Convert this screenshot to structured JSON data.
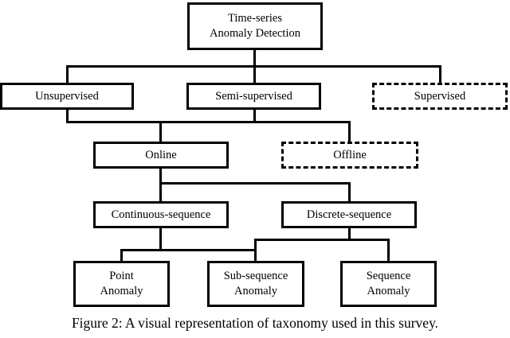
{
  "figure": {
    "caption": "Figure 2: A visual representation of taxonomy used in this survey.",
    "colors": {
      "line": "#000000",
      "background": "#ffffff"
    },
    "nodes": {
      "root": {
        "label": "Time-series\nAnomaly Detection",
        "border": "solid"
      },
      "unsupervised": {
        "label": "Unsupervised",
        "border": "solid"
      },
      "semi_supervised": {
        "label": "Semi-supervised",
        "border": "solid"
      },
      "supervised": {
        "label": "Supervised",
        "border": "dashed"
      },
      "online": {
        "label": "Online",
        "border": "solid"
      },
      "offline": {
        "label": "Offline",
        "border": "dashed"
      },
      "continuous_sequence": {
        "label": "Continuous-sequence",
        "border": "solid"
      },
      "discrete_sequence": {
        "label": "Discrete-sequence",
        "border": "solid"
      },
      "point_anomaly": {
        "label": "Point\nAnomaly",
        "border": "solid"
      },
      "sub_sequence_anomaly": {
        "label": "Sub-sequence\nAnomaly",
        "border": "solid"
      },
      "sequence_anomaly": {
        "label": "Sequence\nAnomaly",
        "border": "solid"
      }
    },
    "edges": [
      [
        "root",
        "unsupervised"
      ],
      [
        "root",
        "semi_supervised"
      ],
      [
        "root",
        "supervised"
      ],
      [
        "unsupervised",
        "online"
      ],
      [
        "unsupervised",
        "offline"
      ],
      [
        "semi_supervised",
        "online"
      ],
      [
        "semi_supervised",
        "offline"
      ],
      [
        "online",
        "continuous_sequence"
      ],
      [
        "online",
        "discrete_sequence"
      ],
      [
        "continuous_sequence",
        "point_anomaly"
      ],
      [
        "continuous_sequence",
        "sub_sequence_anomaly"
      ],
      [
        "discrete_sequence",
        "sub_sequence_anomaly"
      ],
      [
        "discrete_sequence",
        "sequence_anomaly"
      ]
    ]
  }
}
